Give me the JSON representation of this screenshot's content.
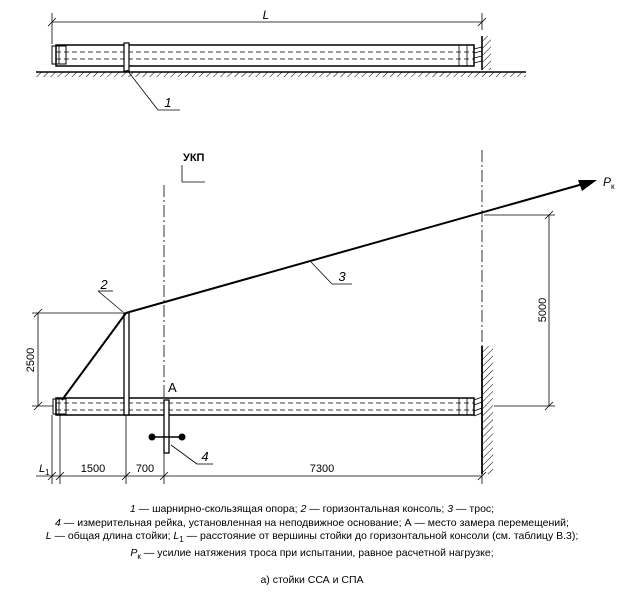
{
  "top_view": {
    "dim_length": "L",
    "callout_support": "1"
  },
  "main_view": {
    "ukp_label": "УКП",
    "force_label": "P",
    "force_sub": "к",
    "callout_console": "2",
    "callout_cable": "3",
    "callout_rail": "4",
    "point_a": "A",
    "dim_console_height": "2500",
    "dim_cable_height": "5000",
    "dim_l1": "L",
    "dim_l1_sub": "1",
    "dim_1500": "1500",
    "dim_700": "700",
    "dim_7300": "7300"
  },
  "legend": {
    "l1_n1": "1",
    "l1_t1": " — шарнирно-скользящая опора; ",
    "l1_n2": "2",
    "l1_t2": " — горизонтальная консоль; ",
    "l1_n3": "3",
    "l1_t3": " — трос;",
    "l2_n4": "4",
    "l2_t": " — измерительная рейка, установленная на неподвижное основание; А — место замера перемещений;",
    "l3_L": "L",
    "l3_t1": " — общая длина стойки; ",
    "l3_L1": "L",
    "l3_L1sub": "1",
    "l3_t2": " — расстояние от вершины стойки до горизонтальной консоли (см. таблицу В.3);",
    "l4_P": "P",
    "l4_Psub": "к",
    "l4_t": " — усилие натяжения троса при испытании, равное расчетной нагрузке;"
  },
  "figure_caption": "а) стойки ССА и СПА"
}
